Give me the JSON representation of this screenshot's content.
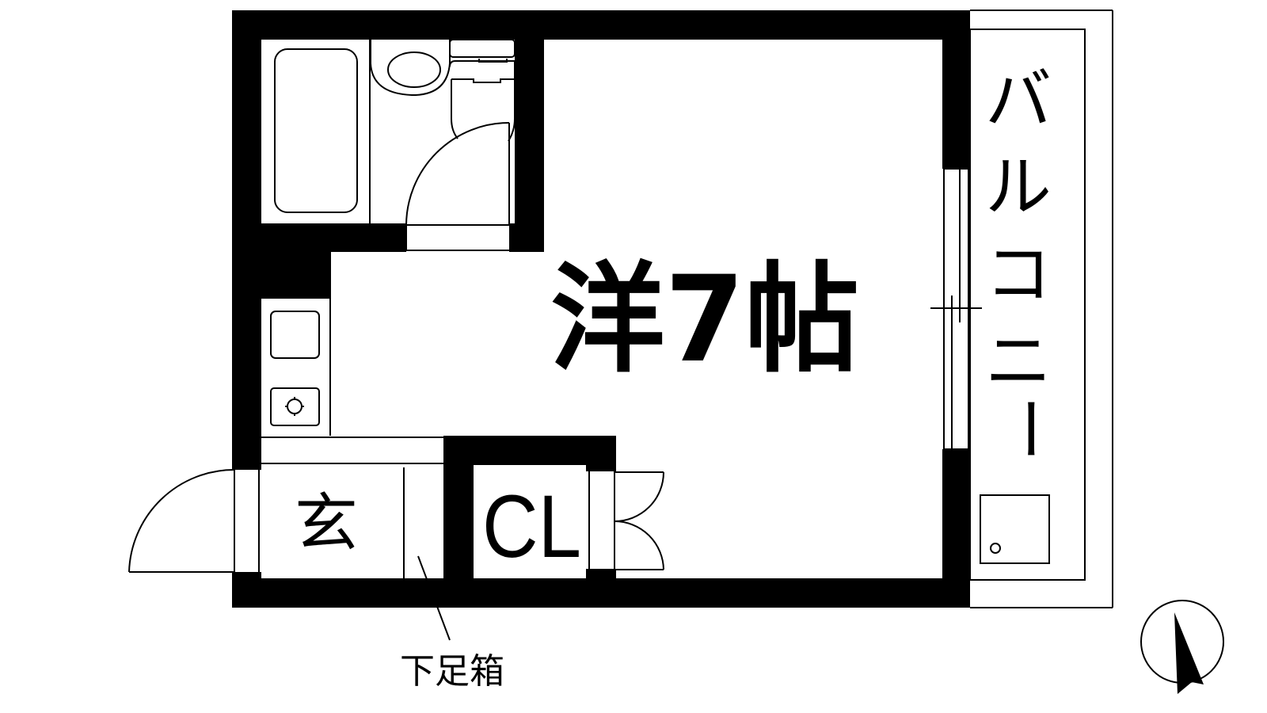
{
  "floorplan": {
    "type": "apartment-floor-plan",
    "layout": "1R",
    "rooms": {
      "main": {
        "label": "洋7帖",
        "type": "western-style room",
        "size_jo": 7
      },
      "closet": {
        "label": "CL"
      },
      "entrance": {
        "label": "玄"
      },
      "balcony": {
        "label": "バルコニー",
        "chars": [
          "バ",
          "ル",
          "コ",
          "ニ",
          "ー"
        ]
      },
      "bathroom": {
        "fixtures": [
          "bathtub",
          "washbasin",
          "toilet"
        ]
      },
      "kitchen": {
        "fixtures": [
          "sink",
          "gas-stove"
        ]
      }
    },
    "annotations": {
      "shoe_cabinet": "下足箱"
    },
    "compass": {
      "icon": "north-arrow-icon",
      "direction": "north"
    },
    "colors": {
      "wall": "#000000",
      "background": "#ffffff"
    }
  }
}
